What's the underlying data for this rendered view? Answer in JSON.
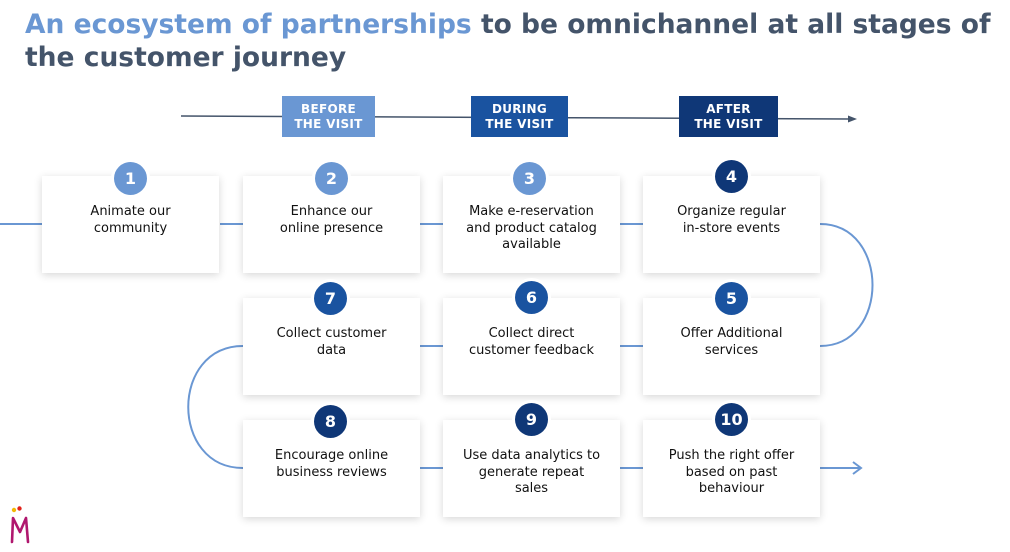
{
  "title": {
    "highlight": "An ecosystem of partnerships",
    "rest": " to be omnichannel at all stages of the customer journey"
  },
  "phases": [
    {
      "label": "BEFORE\nTHE VISIT"
    },
    {
      "label": "DURING\nTHE VISIT"
    },
    {
      "label": "AFTER\nTHE VISIT"
    }
  ],
  "steps": [
    {
      "number": "1",
      "text": "Animate our\ncommunity"
    },
    {
      "number": "2",
      "text": "Enhance our\nonline presence"
    },
    {
      "number": "3",
      "text": "Make e-reservation\nand product catalog\navailable"
    },
    {
      "number": "4",
      "text": "Organize regular\nin-store events"
    },
    {
      "number": "5",
      "text": "Offer Additional\nservices"
    },
    {
      "number": "6",
      "text": "Collect direct\ncustomer feedback"
    },
    {
      "number": "7",
      "text": "Collect customer\ndata"
    },
    {
      "number": "8",
      "text": "Encourage online\nbusiness reviews"
    },
    {
      "number": "9",
      "text": "Use data analytics to\ngenerate repeat\nsales"
    },
    {
      "number": "10",
      "text": "Push the right offer\nbased on past\nbehaviour"
    }
  ],
  "colors": {
    "title_text": "#44546a",
    "title_accent": "#6a97d3",
    "light_blue": "#6a97d3",
    "mid_blue": "#1a53a0",
    "dark_blue": "#0f3777",
    "connector": "#6a97d3",
    "timeline": "#44546a"
  },
  "icons": {
    "logo": "m-logo-icon",
    "timeline_arrow": "arrowhead-icon",
    "exit_arrow": "arrowhead-icon"
  }
}
